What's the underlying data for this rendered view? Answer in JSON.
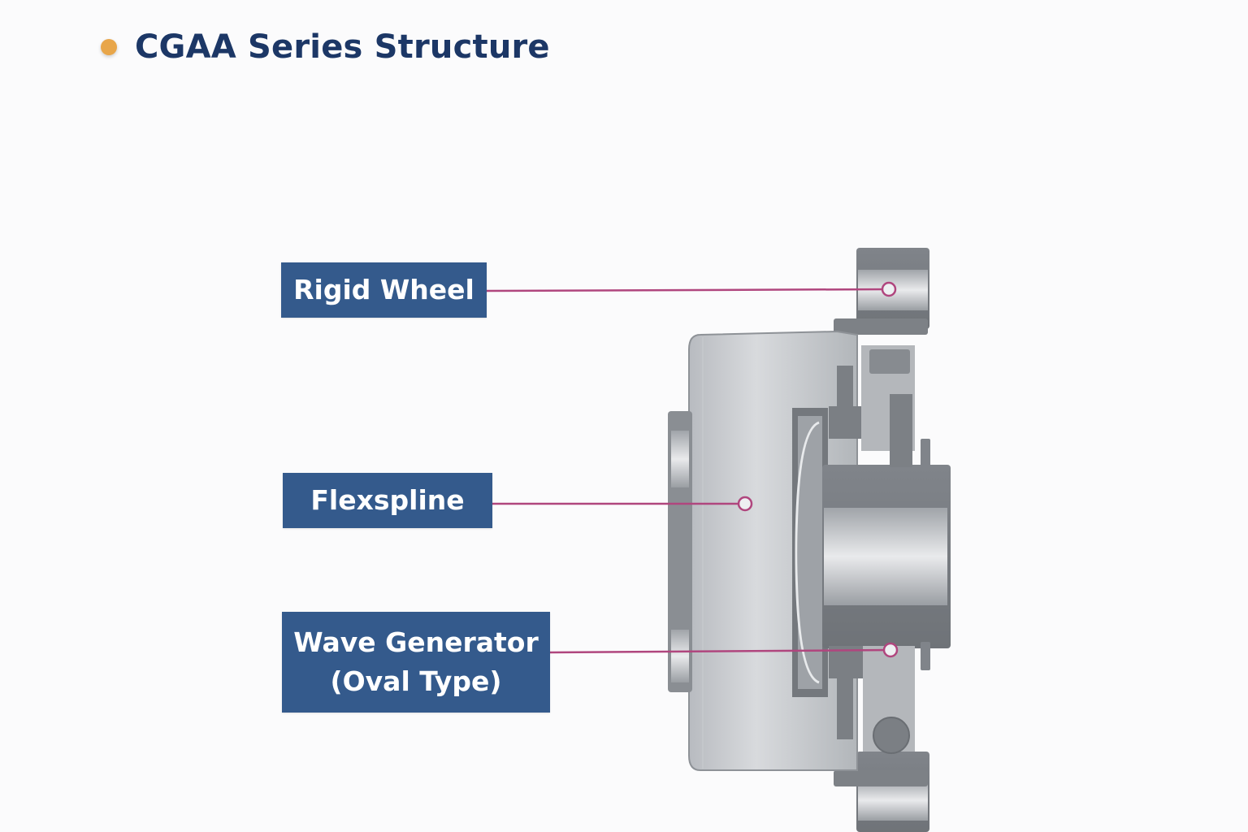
{
  "header": {
    "title": "CGAA Series Structure",
    "bullet_color": "#e8a64a",
    "title_color": "#1c3766"
  },
  "labels": {
    "rigid_wheel": "Rigid Wheel",
    "flexspline": "Flexspline",
    "wave_generator_line1": "Wave Generator",
    "wave_generator_line2": "(Oval Type)"
  },
  "colors": {
    "label_bg": "#345a8c",
    "leader_line": "#b0467e",
    "metal_dark": "#7b7f84",
    "metal_light": "#c9ccd0"
  }
}
